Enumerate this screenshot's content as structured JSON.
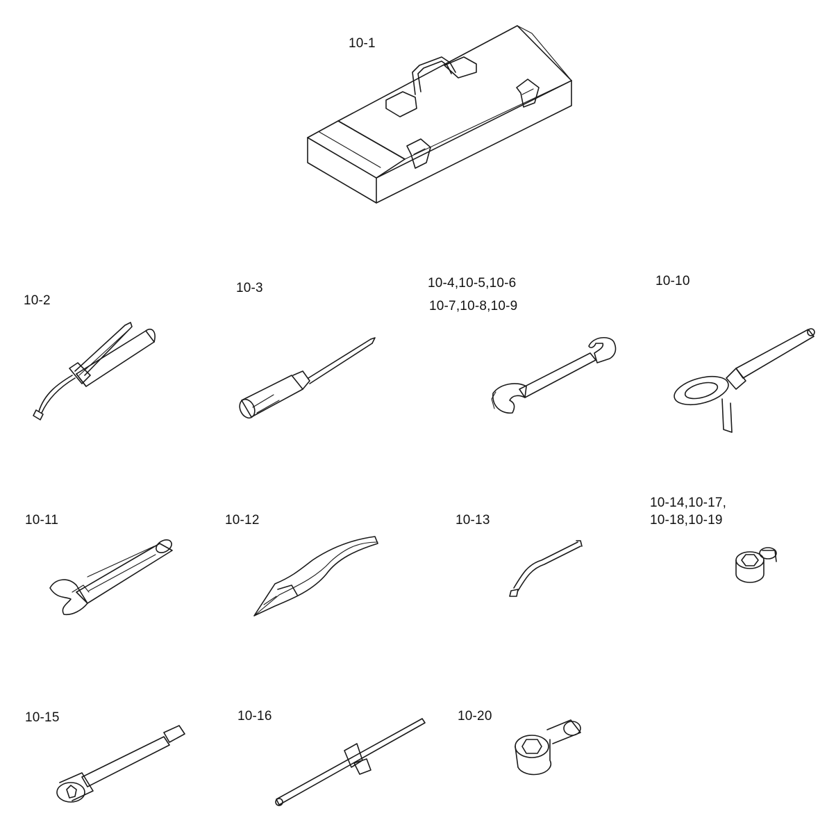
{
  "labels": {
    "l_10_1": "10-1",
    "l_10_2": "10-2",
    "l_10_3": "10-3",
    "l_10_4_line1": "10-4,10-5,10-6",
    "l_10_4_line2": "10-7,10-8,10-9",
    "l_10_10": "10-10",
    "l_10_11": "10-11",
    "l_10_12": "10-12",
    "l_10_13": "10-13",
    "l_10_14_line1": "10-14,10-17,",
    "l_10_14_line2": "10-18,10-19",
    "l_10_15": "10-15",
    "l_10_16": "10-16",
    "l_10_20": "10-20"
  },
  "tools": [
    {
      "id": "10-1",
      "icon": "toolbox-icon"
    },
    {
      "id": "10-2",
      "icon": "grease-gun-icon"
    },
    {
      "id": "10-3",
      "icon": "screwdriver-icon"
    },
    {
      "id": "10-4..10-9",
      "icon": "open-end-wrench-icon"
    },
    {
      "id": "10-10",
      "icon": "strap-wrench-icon"
    },
    {
      "id": "10-11",
      "icon": "adjustable-wrench-icon"
    },
    {
      "id": "10-12",
      "icon": "pliers-icon"
    },
    {
      "id": "10-13",
      "icon": "pin-spanner-icon"
    },
    {
      "id": "10-14,10-17,10-18,10-19",
      "icon": "small-socket-icon"
    },
    {
      "id": "10-15",
      "icon": "extension-bar-socket-icon"
    },
    {
      "id": "10-16",
      "icon": "t-bar-handle-icon"
    },
    {
      "id": "10-20",
      "icon": "deep-socket-icon"
    }
  ]
}
